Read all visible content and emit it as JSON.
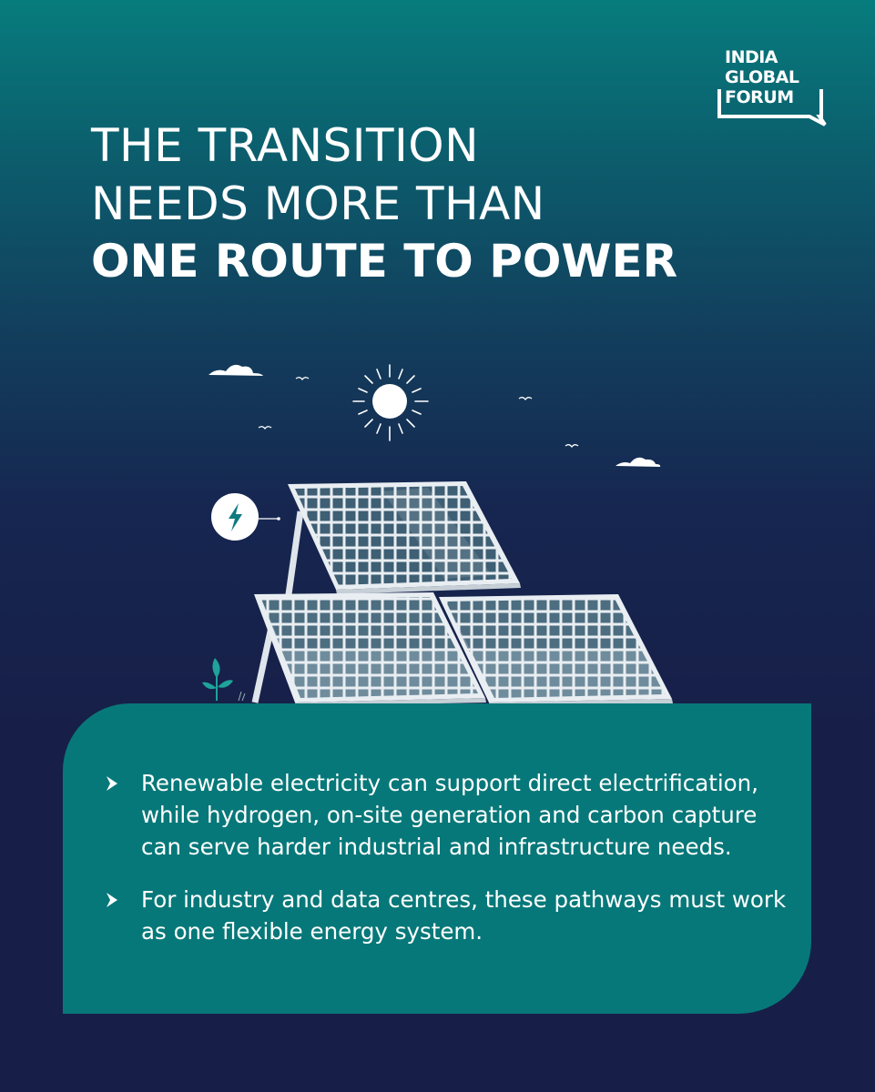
{
  "brand": {
    "line1": "INDIA",
    "line2": "GLOBAL",
    "line3": "FORUM"
  },
  "headline": {
    "line1": "THE TRANSITION",
    "line2": "NEEDS MORE THAN",
    "line3": "ONE ROUTE TO POWER"
  },
  "points": [
    {
      "text": "Renewable electricity can support direct electrification, while hydrogen, on-site generation and carbon capture can serve harder industrial and infrastructure needs."
    },
    {
      "text": "For industry and data centres, these pathways must work as one flexible energy system."
    }
  ],
  "icons": {
    "bullet": "chevron-right-icon",
    "power": "lightning-bolt-icon",
    "sun": "sun-icon"
  },
  "colors": {
    "background_top": "#077c7d",
    "background_bottom": "#171f48",
    "card": "#077879",
    "text": "#ffffff"
  }
}
